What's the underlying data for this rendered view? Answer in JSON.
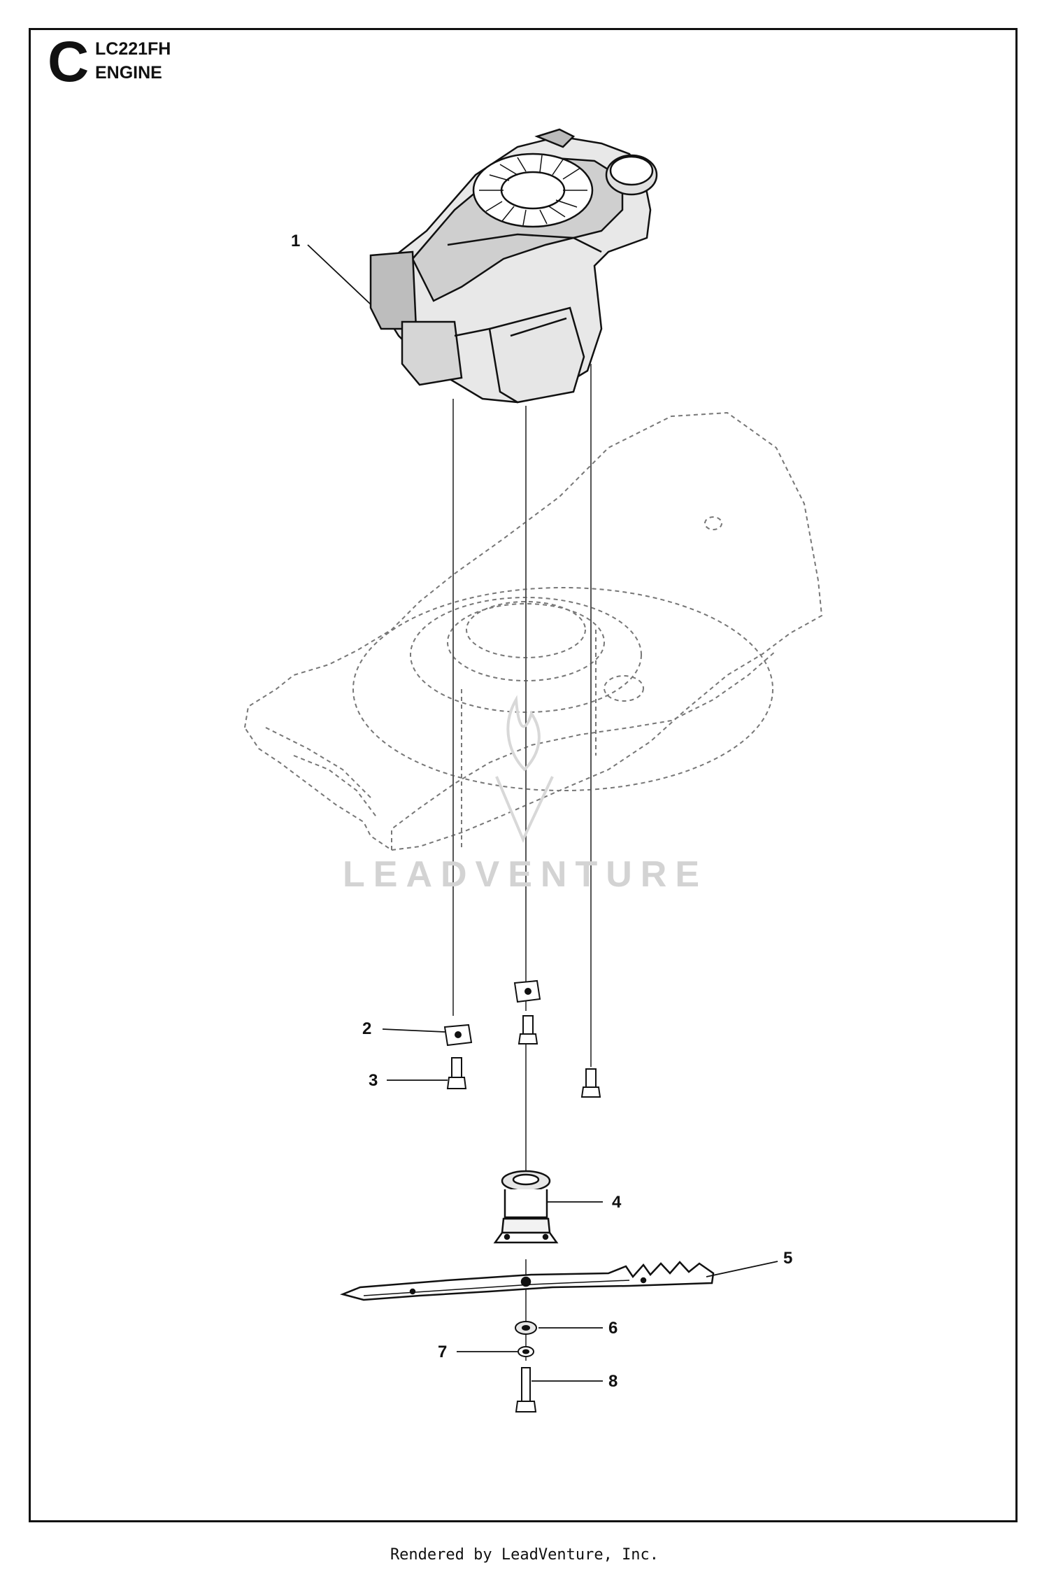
{
  "header": {
    "section_letter": "C",
    "model": "LC221FH",
    "subtitle": "ENGINE"
  },
  "watermark": "LEADVENTURE",
  "callouts": [
    {
      "number": "1",
      "part": "engine"
    },
    {
      "number": "2",
      "part": "washer"
    },
    {
      "number": "3",
      "part": "bolt"
    },
    {
      "number": "4",
      "part": "blade-adapter"
    },
    {
      "number": "5",
      "part": "blade"
    },
    {
      "number": "6",
      "part": "washer"
    },
    {
      "number": "7",
      "part": "lock-washer"
    },
    {
      "number": "8",
      "part": "blade-bolt"
    }
  ],
  "footer": "Rendered by LeadVenture, Inc.",
  "colors": {
    "line": "#111111",
    "hidden_line": "#777777",
    "watermark": "#d3d3d3"
  }
}
